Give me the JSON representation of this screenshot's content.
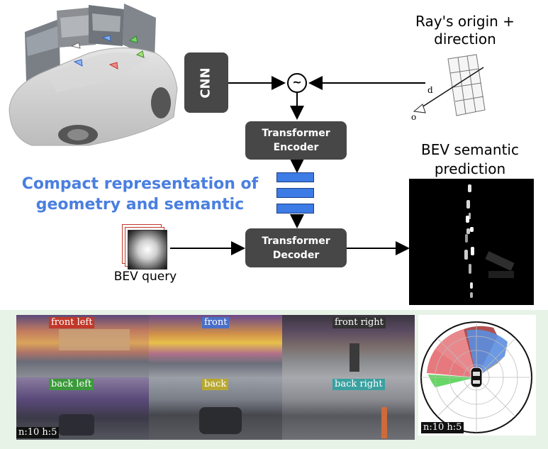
{
  "diagram": {
    "cnn_label": "CNN",
    "mix_symbol": "~",
    "encoder_label": "Transformer Encoder",
    "decoder_label": "Transformer Decoder",
    "ray_title": "Ray's origin + direction",
    "ray_d": "d",
    "ray_o": "o",
    "bev_pred_title": "BEV semantic prediction",
    "compact_text": "Compact representation of geometry and semantic",
    "bev_query_label": "BEV query"
  },
  "bottom_panel": {
    "camera_tags": [
      {
        "text": "front left",
        "color": "#c0392b"
      },
      {
        "text": "front",
        "color": "#4a6fc7"
      },
      {
        "text": "front right",
        "color": "#333333"
      },
      {
        "text": "back left",
        "color": "#3a9a3a"
      },
      {
        "text": "back",
        "color": "#b8a830"
      },
      {
        "text": "back right",
        "color": "#3aa0a0"
      }
    ],
    "status_left": "n:10 h:5",
    "status_right": "n:10 h:5"
  },
  "colors": {
    "accent_blue": "#4a7fe0",
    "box_dark": "#474747",
    "panel_bg": "#e8f3e8"
  }
}
